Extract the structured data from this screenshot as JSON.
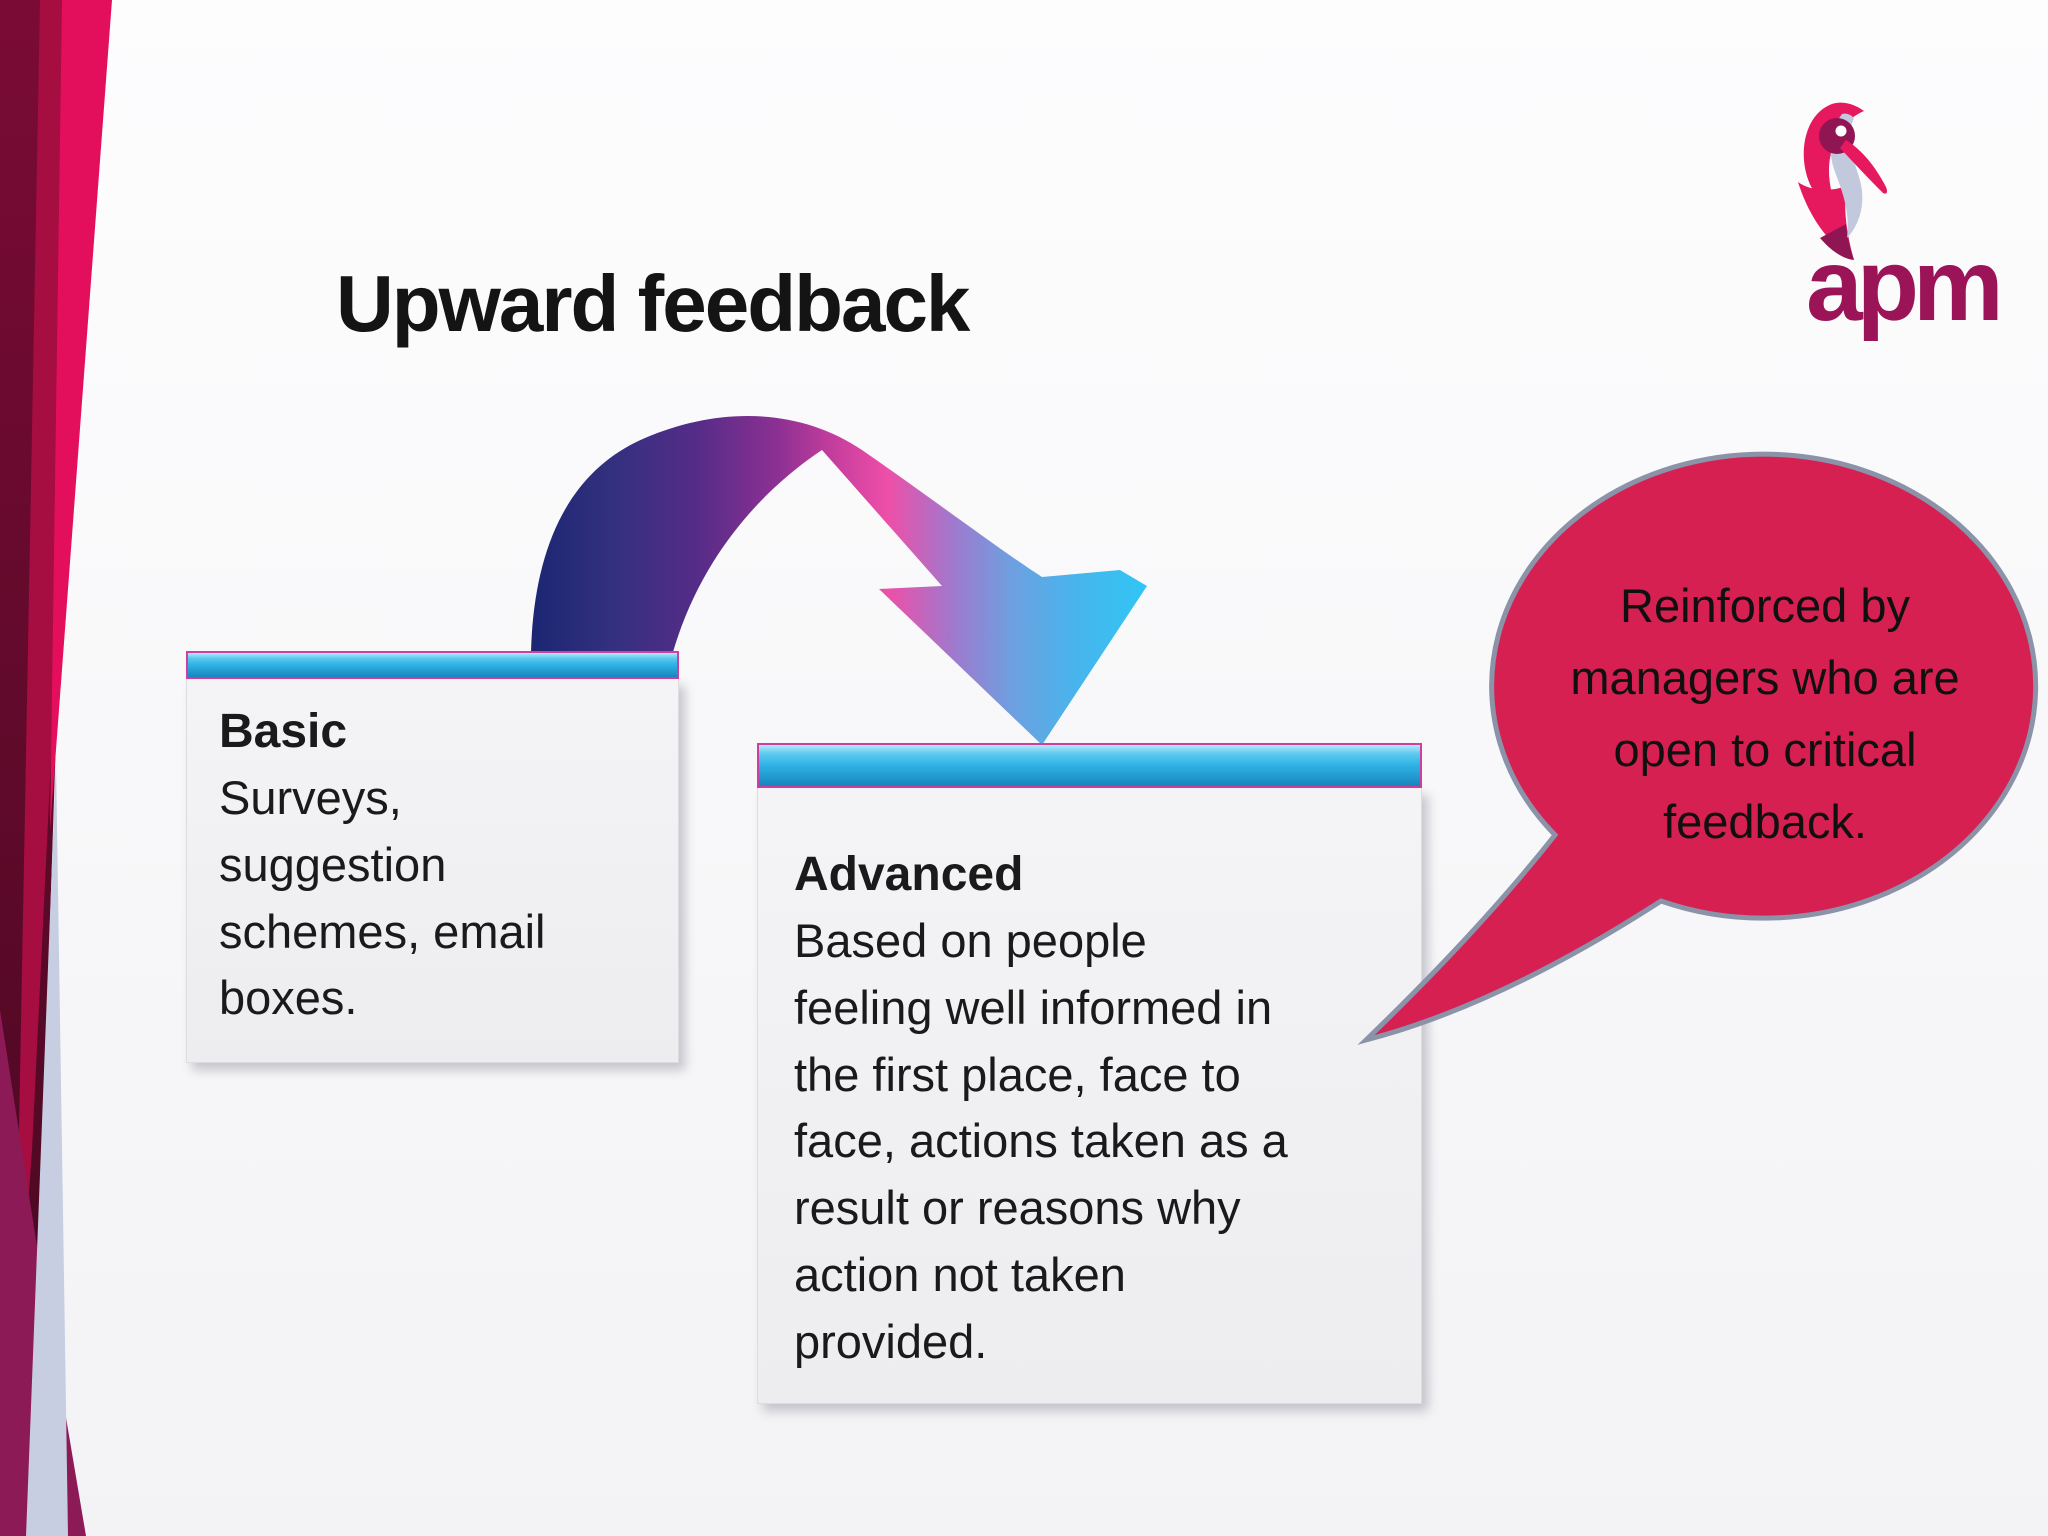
{
  "slide": {
    "title": "Upward feedback"
  },
  "logo": {
    "wordmark": "apm",
    "icon": "stork-bird"
  },
  "diagram": {
    "basic_box": {
      "heading": "Basic",
      "body": "Surveys,\nsuggestion\nschemes, email\nboxes."
    },
    "advanced_box": {
      "heading": "Advanced",
      "body": "Based on people\nfeeling well informed in\nthe first place, face to\nface, actions taken as a\nresult or reasons why\naction not taken\nprovided."
    },
    "callout": {
      "text": "Reinforced by\nmanagers who are\nopen to critical\nfeedback."
    }
  },
  "colors": {
    "title_text": "#141414",
    "body_text": "#1a1a1a",
    "box_header_blue": "#2eb2e4",
    "box_header_border": "#cf3f9f",
    "box_body_gray": "#f0f0f3",
    "callout_fill": "#d62051",
    "callout_border": "#8b93a8",
    "brand_magenta": "#9b1458",
    "brand_crimson": "#e30f5c",
    "stripe_maroon": "#6d0a31",
    "stripe_lavender": "#c7cee1",
    "arrow_navy": "#1b2672",
    "arrow_purple": "#5d2d87",
    "arrow_pink": "#ee4fa8",
    "arrow_cyan": "#2fc6f5"
  }
}
